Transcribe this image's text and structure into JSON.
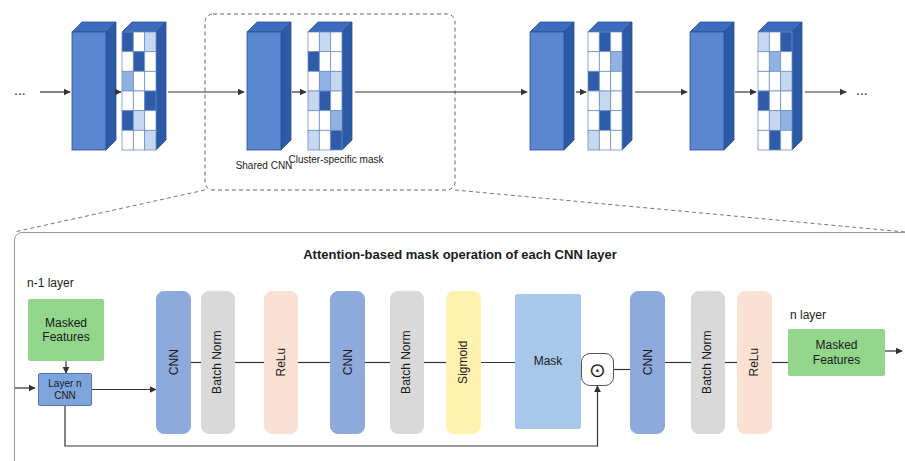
{
  "diagram": {
    "nodes": [
      {
        "text": [
          "Attention-based mask operation of each CNN layer"
        ]
      },
      {
        "text": [
          "Masked Features"
        ],
        "in": 0
      },
      {
        "text": [
          "Layer n CNN"
        ],
        "in": 0
      },
      {
        "text": [
          "CNN"
        ],
        "in": 0
      },
      {
        "text": [
          "Batch Norm"
        ],
        "in": 0
      },
      {
        "text": [
          "ReLu"
        ],
        "in": 0
      },
      {
        "text": [
          "CNN"
        ],
        "in": 0
      },
      {
        "text": [
          "Batch Norm"
        ],
        "in": 0
      },
      {
        "text": [
          "Sigmoid"
        ],
        "in": 0
      },
      {
        "text": [
          "Mask"
        ],
        "in": 0
      },
      {
        "text": [
          "⊙"
        ],
        "in": 0
      },
      {
        "text": [
          "CNN"
        ],
        "in": 0
      },
      {
        "text": [
          "Batch Norm"
        ],
        "in": 0
      },
      {
        "text": [
          "ReLu"
        ],
        "in": 0
      },
      {
        "text": [
          "Masked Features"
        ],
        "in": 0
      }
    ],
    "edges": [
      {
        "from": 1,
        "to": 2,
        "arrow": "to"
      },
      {
        "from": 2,
        "to": 3,
        "arrow": "to"
      },
      {
        "from": 3,
        "to": 4,
        "arrow": "none"
      },
      {
        "from": 4,
        "to": 5,
        "arrow": "none"
      },
      {
        "from": 5,
        "to": 6,
        "arrow": "none"
      },
      {
        "from": 6,
        "to": 7,
        "arrow": "none"
      },
      {
        "from": 7,
        "to": 8,
        "arrow": "none"
      },
      {
        "from": 8,
        "to": 9,
        "arrow": "none"
      },
      {
        "from": 9,
        "to": 10,
        "arrow": "to"
      },
      {
        "from": 2,
        "to": 10,
        "arrow": "to"
      },
      {
        "from": 10,
        "to": 11,
        "arrow": "none"
      },
      {
        "from": 11,
        "to": 12,
        "arrow": "none"
      },
      {
        "from": 12,
        "to": 13,
        "arrow": "none"
      },
      {
        "from": 13,
        "to": 14,
        "arrow": "none"
      }
    ],
    "labels": [
      "...",
      "Shared CNN",
      "Cluster-specific mask",
      "...",
      "n-1 layer",
      "n layer"
    ]
  }
}
